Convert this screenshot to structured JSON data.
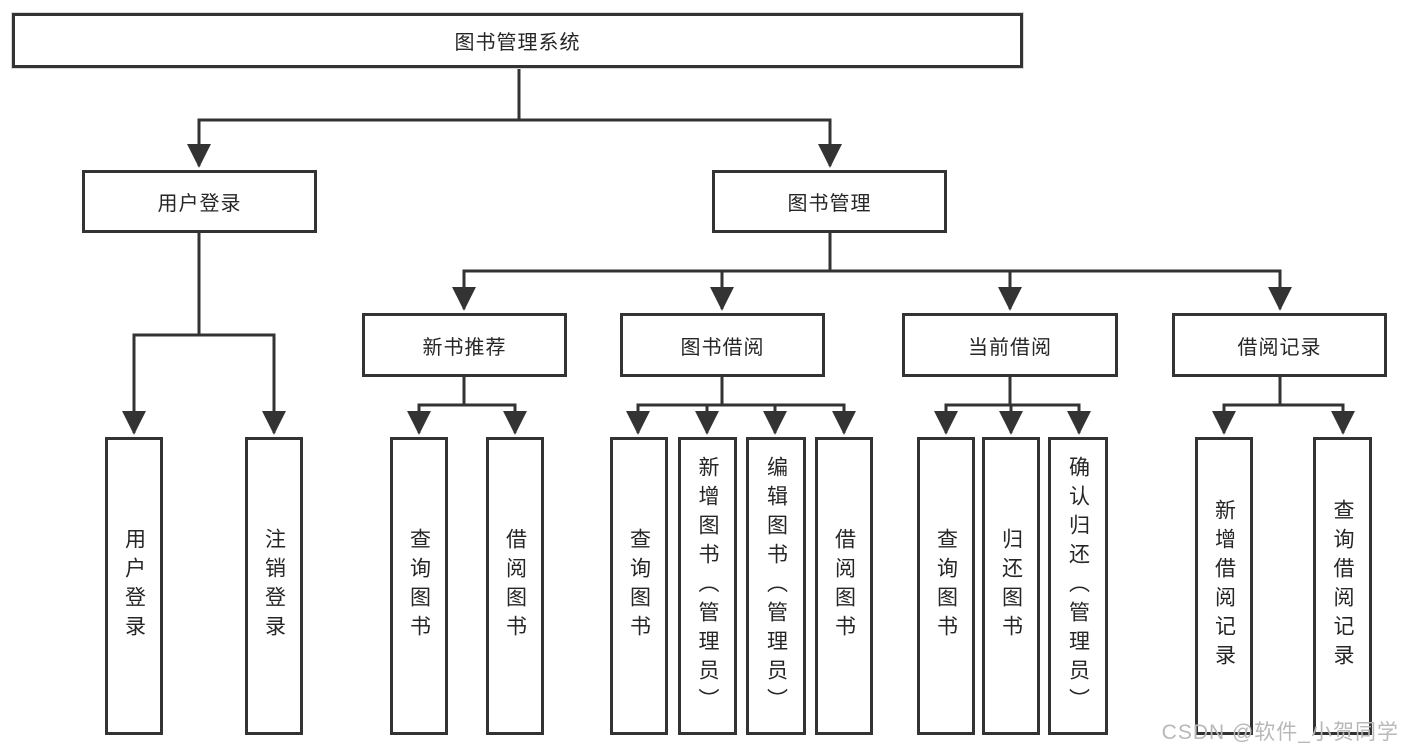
{
  "tree": {
    "label": "图书管理系统",
    "children": [
      {
        "label": "用户登录",
        "children": [
          {
            "label": "用户登录"
          },
          {
            "label": "注销登录"
          }
        ]
      },
      {
        "label": "图书管理",
        "children": [
          {
            "label": "新书推荐",
            "children": [
              {
                "label": "查询图书"
              },
              {
                "label": "借阅图书"
              }
            ]
          },
          {
            "label": "图书借阅",
            "children": [
              {
                "label": "查询图书"
              },
              {
                "label": "新增图书（管理员）"
              },
              {
                "label": "编辑图书（管理员）"
              },
              {
                "label": "借阅图书"
              }
            ]
          },
          {
            "label": "当前借阅",
            "children": [
              {
                "label": "查询图书"
              },
              {
                "label": "归还图书"
              },
              {
                "label": "确认归还（管理员）"
              }
            ]
          },
          {
            "label": "借阅记录",
            "children": [
              {
                "label": "新增借阅记录"
              },
              {
                "label": "查询借阅记录"
              }
            ]
          }
        ]
      }
    ]
  },
  "watermark": "CSDN @软件_小贺同学",
  "colors": {
    "line": "#333333",
    "text": "#262626",
    "watermark": "#b8b8b8",
    "background": "#ffffff"
  }
}
